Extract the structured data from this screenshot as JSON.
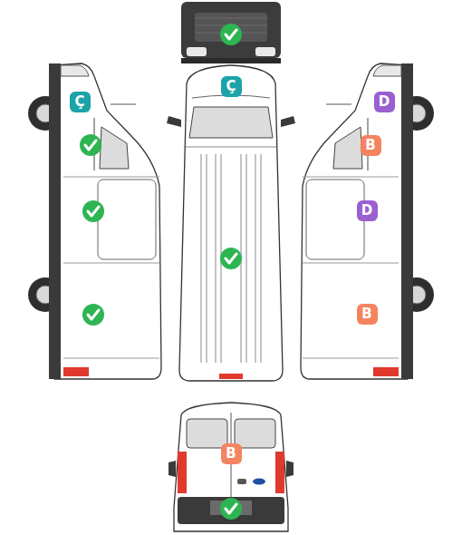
{
  "diagram": {
    "nodes": [
      {
        "text": [
          "Ç"
        ]
      },
      {
        "text": [
          "Ç"
        ]
      },
      {
        "text": [
          "D"
        ]
      },
      {
        "text": [
          "B"
        ]
      },
      {
        "text": [
          "D"
        ]
      },
      {
        "text": [
          "B"
        ]
      },
      {
        "text": [
          "B"
        ]
      }
    ]
  }
}
